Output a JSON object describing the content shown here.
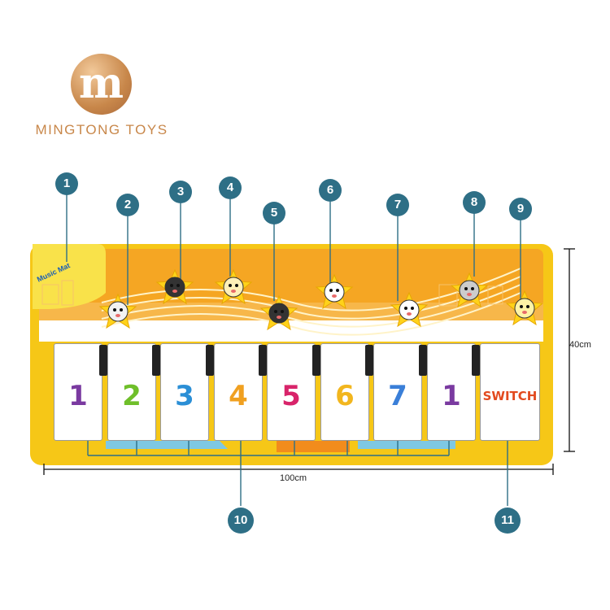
{
  "brand": {
    "logo_letter": "m",
    "name": "MINGTONG TOYS"
  },
  "callouts": [
    "1",
    "2",
    "3",
    "4",
    "5",
    "6",
    "7",
    "8",
    "9",
    "10",
    "11"
  ],
  "product": {
    "logo_text": "Music Mat"
  },
  "keys": [
    {
      "label": "1",
      "color": "#7a3aa0"
    },
    {
      "label": "2",
      "color": "#6fbf2a"
    },
    {
      "label": "3",
      "color": "#2b8fd6"
    },
    {
      "label": "4",
      "color": "#f0a020"
    },
    {
      "label": "5",
      "color": "#d8246a"
    },
    {
      "label": "6",
      "color": "#f2b61e"
    },
    {
      "label": "7",
      "color": "#3a7fd8"
    },
    {
      "label": "1",
      "color": "#7a3aa0"
    }
  ],
  "switch_label": "SWITCH",
  "dimensions": {
    "width": "100cm",
    "height": "40cm"
  },
  "colors": {
    "mat_yellow": "#f6c717",
    "mat_orange": "#f5a623",
    "callout": "#2e6f86",
    "brand": "#c8874a"
  },
  "animals": [
    "cat-icon",
    "dog-icon",
    "chick-icon",
    "penguin-icon",
    "cow-icon",
    "sheep-icon",
    "zebra-icon",
    "duck-icon"
  ]
}
